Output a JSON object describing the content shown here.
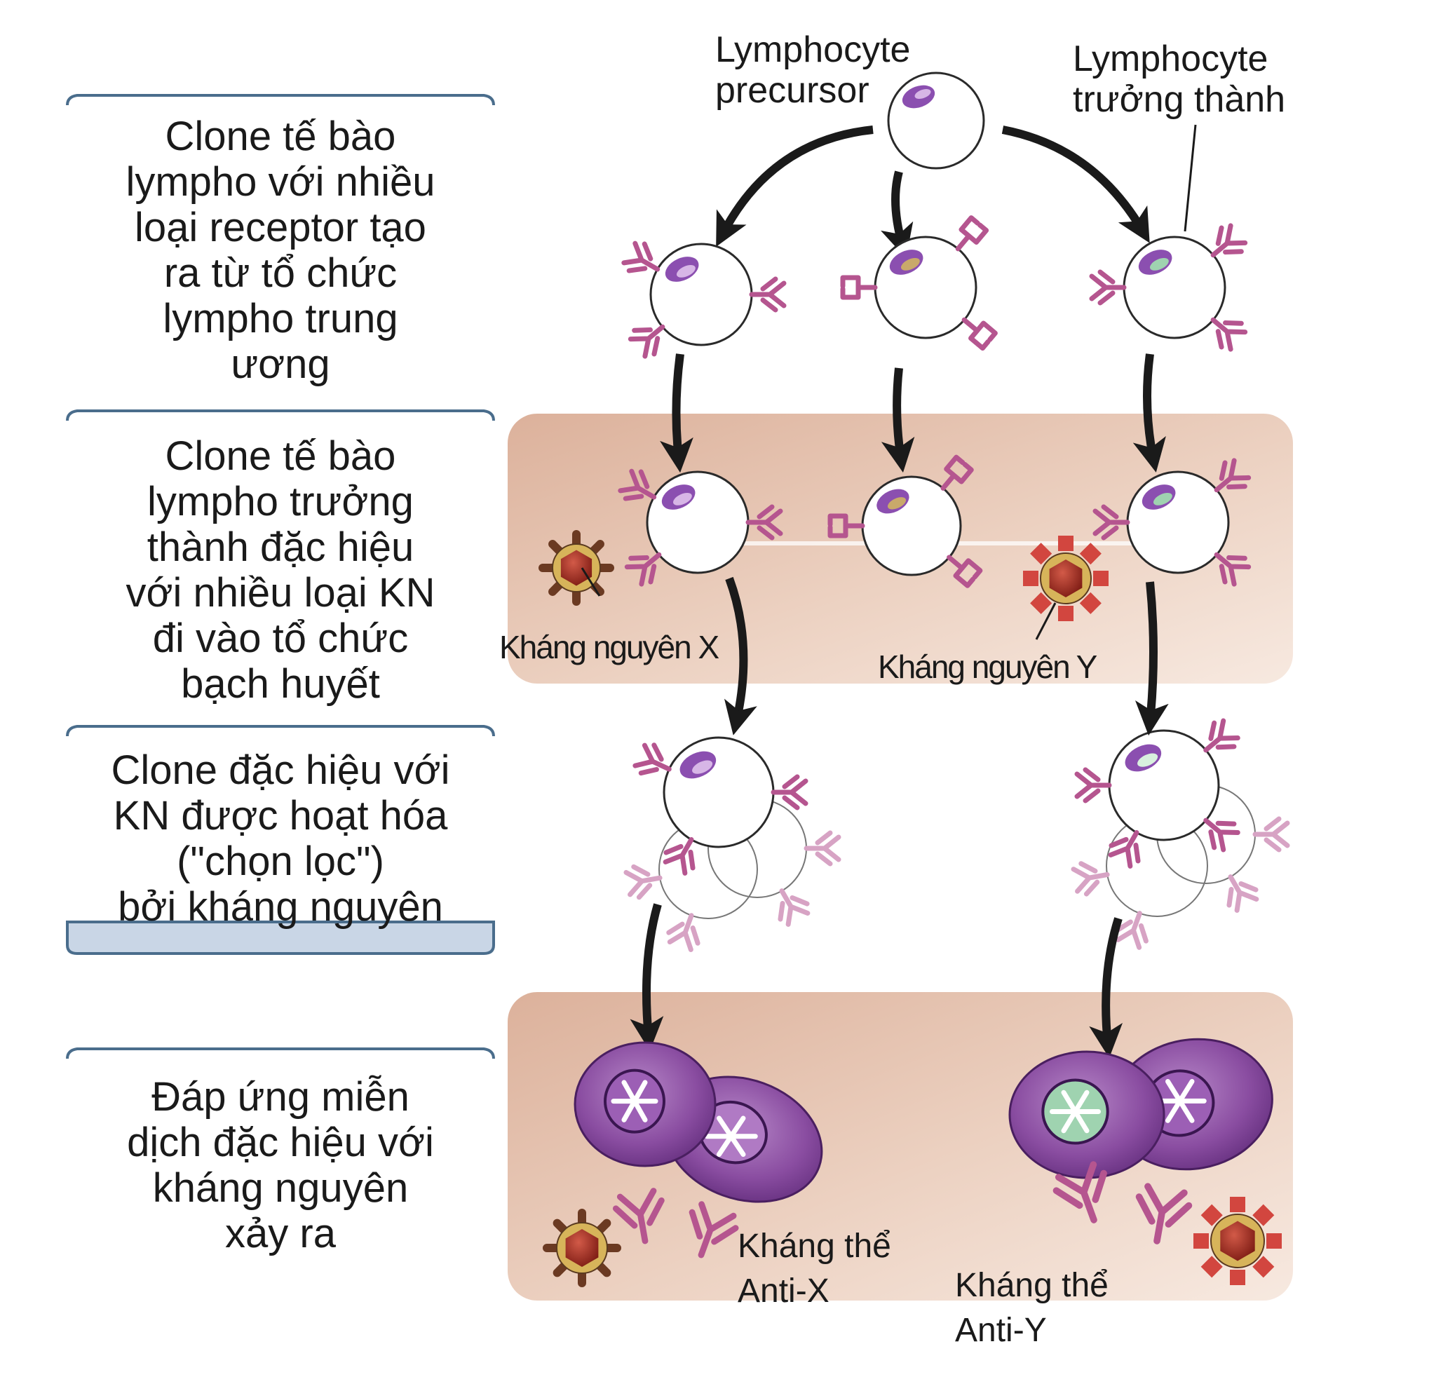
{
  "top_labels": {
    "precursor": "Lymphocyte\nprecursor",
    "mature": "Lymphocyte\ntrưởng thành"
  },
  "steps": [
    {
      "text": "Clone tế bào\nlympho với nhiều\nloại receptor tạo\nra từ tổ chức\nlympho trung\nương"
    },
    {
      "text": "Clone tế bào\nlympho trưởng\nthành đặc hiệu\nvới nhiều loại KN\nđi vào tổ chức\nbạch huyết"
    },
    {
      "text": "Clone đặc hiệu với\nKN được hoạt hóa\n(\"chọn lọc\")\nbởi kháng nguyên"
    },
    {
      "text": "Đáp ứng miễn\ndịch đặc hiệu với\nkháng nguyên\nxảy ra"
    }
  ],
  "antigens": {
    "x": "Kháng nguyên X",
    "y": "Kháng nguyên Y"
  },
  "antibodies": {
    "x": "Kháng thể\nAnti-X",
    "y": "Kháng thể\nAnti-Y"
  },
  "colors": {
    "receptor": "#b5558f",
    "receptor_faint": "#d7a3c4",
    "nucleus_purple": "#8b4fb0",
    "nucleus_green": "#9fd3b0",
    "nucleus_tan": "#c9a96a",
    "tissue_band": "#e7c5b1",
    "plasma_cell": "#8a4da1",
    "antigen_core": "#9e2a20",
    "antigen_ring": "#d7b45a",
    "antigen_spike_x": "#6b3a22",
    "antigen_spike_y": "#d2463f",
    "box_border": "#4a6d8c",
    "box_fill": "#c9d6e6"
  }
}
